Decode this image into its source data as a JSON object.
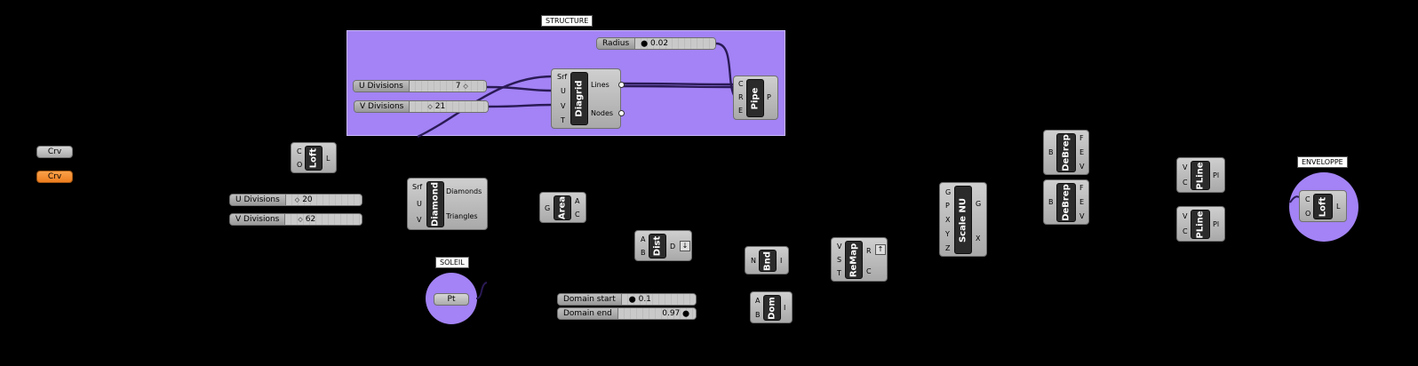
{
  "groups": {
    "structure": "STRUCTURE",
    "soleil": "SOLEIL",
    "enveloppe": "ENVELOPPE"
  },
  "params": {
    "crv1": "Crv",
    "crv2": "Crv",
    "pt": "Pt"
  },
  "sliders": {
    "radius": {
      "label": "Radius",
      "value": "0.02"
    },
    "u_div_top": {
      "label": "U Divisions",
      "value": "7"
    },
    "v_div_top": {
      "label": "V Divisions",
      "value": "21"
    },
    "u_div": {
      "label": "U Divisions",
      "value": "20"
    },
    "v_div": {
      "label": "V Divisions",
      "value": "62"
    },
    "domain_start": {
      "label": "Domain start",
      "value": "0.1"
    },
    "domain_end": {
      "label": "Domain end",
      "value": "0.97"
    }
  },
  "components": {
    "diagrid": {
      "name": "Diagrid",
      "inputs": [
        "Srf",
        "U",
        "V",
        "T"
      ],
      "outputs": [
        "Lines",
        "Nodes"
      ]
    },
    "pipe": {
      "name": "Pipe",
      "inputs": [
        "C",
        "R",
        "E"
      ],
      "outputs": [
        "P"
      ]
    },
    "loft1": {
      "name": "Loft",
      "inputs": [
        "C",
        "O"
      ],
      "outputs": [
        "L"
      ]
    },
    "diamond": {
      "name": "Diamond",
      "inputs": [
        "Srf",
        "U",
        "V"
      ],
      "outputs": [
        "Diamonds",
        "Triangles"
      ]
    },
    "area": {
      "name": "Area",
      "inputs": [
        "G"
      ],
      "outputs": [
        "A",
        "C"
      ]
    },
    "dist": {
      "name": "Dist",
      "inputs": [
        "A",
        "B"
      ],
      "outputs": [
        "D"
      ]
    },
    "bnd": {
      "name": "Bnd",
      "inputs": [
        "N"
      ],
      "outputs": [
        "I"
      ]
    },
    "dom": {
      "name": "Dom",
      "inputs": [
        "A",
        "B"
      ],
      "outputs": [
        "I"
      ]
    },
    "remap": {
      "name": "ReMap",
      "inputs": [
        "V",
        "S",
        "T"
      ],
      "outputs": [
        "R",
        "C"
      ]
    },
    "scalenu": {
      "name": "Scale NU",
      "inputs": [
        "G",
        "P",
        "X",
        "Y",
        "Z"
      ],
      "outputs": [
        "G",
        "X"
      ]
    },
    "debrep1": {
      "name": "DeBrep",
      "inputs": [
        "B"
      ],
      "outputs": [
        "F",
        "E",
        "V"
      ]
    },
    "debrep2": {
      "name": "DeBrep",
      "inputs": [
        "B"
      ],
      "outputs": [
        "F",
        "E",
        "V"
      ]
    },
    "pline1": {
      "name": "PLine",
      "inputs": [
        "V",
        "C"
      ],
      "outputs": [
        "Pl"
      ]
    },
    "pline2": {
      "name": "PLine",
      "inputs": [
        "V",
        "C"
      ],
      "outputs": [
        "Pl"
      ]
    },
    "loft2": {
      "name": "Loft",
      "inputs": [
        "C",
        "O"
      ],
      "outputs": [
        "L"
      ]
    }
  },
  "colors": {
    "canvas": "#000000",
    "group": "#a383f5",
    "selected_param": "#f08a2a",
    "wire": "#2a1a55"
  }
}
